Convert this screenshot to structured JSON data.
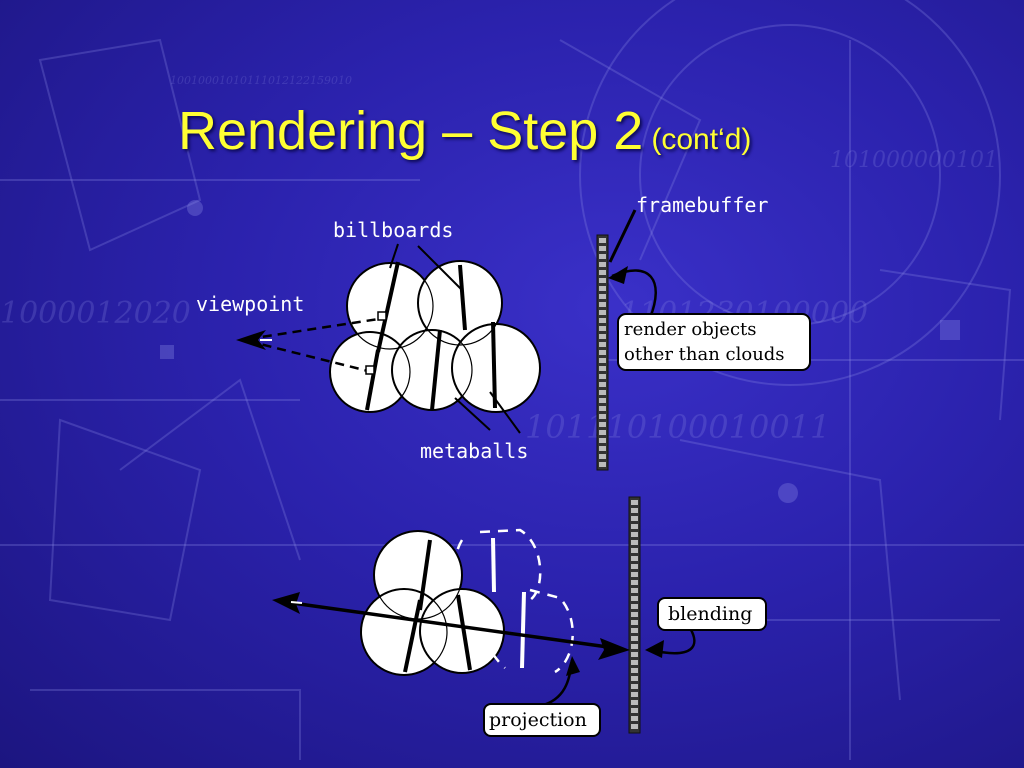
{
  "slide": {
    "title": "Rendering – Step 2",
    "title_suffix": "(cont‘d)",
    "title_color": "#ffff33"
  },
  "background": {
    "binary_strings": [
      "1001000101011101212215901​0",
      "1000012020",
      "101000000101",
      "1101230100000",
      "101110100010011"
    ]
  },
  "diagram_top": {
    "labels": {
      "framebuffer": "framebuffer",
      "billboards": "billboards",
      "viewpoint": "viewpoint",
      "metaballs": "metaballs",
      "render_box_line1": "render objects",
      "render_box_line2": "other than clouds"
    }
  },
  "diagram_bottom": {
    "labels": {
      "blending": "blending",
      "projection": "projection"
    }
  }
}
